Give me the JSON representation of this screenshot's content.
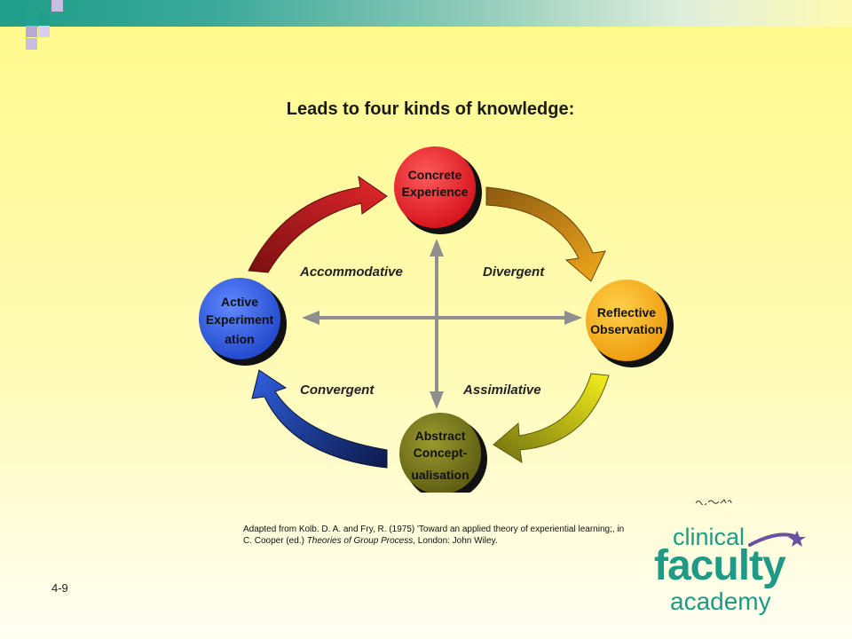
{
  "slide": {
    "title": "Leads to four kinds of knowledge:",
    "page_number": "4-9",
    "citation": {
      "pre": "Adapted from Kolb. D. A. and Fry, R. (1975) 'Toward an applied theory of experiential learning;, in C. Cooper (ed.) ",
      "italic": "Theories of Group Process",
      "post": ", London: John Wiley."
    }
  },
  "diagram": {
    "stages": [
      {
        "id": "concrete",
        "lines": [
          "Concrete",
          "Experience"
        ],
        "color": "#e0262a"
      },
      {
        "id": "reflective",
        "lines": [
          "Reflective",
          "Observation"
        ],
        "color": "#f4a81c"
      },
      {
        "id": "abstract",
        "lines": [
          "Abstract",
          "Concept-",
          "ualisation"
        ],
        "color": "#6b6a1a"
      },
      {
        "id": "active",
        "lines": [
          "Active",
          "Experiment",
          "ation"
        ],
        "color": "#2b56d8"
      }
    ],
    "quadrants": {
      "top_left": "Accommodative",
      "top_right": "Divergent",
      "bottom_left": "Convergent",
      "bottom_right": "Assimilative"
    }
  },
  "logo": {
    "line1": "clinical",
    "line2": "faculty",
    "line3": "academy",
    "color": "#1f9a86",
    "accent": "#6a4fa3"
  },
  "colors": {
    "arrow_gray": "#8f8f8f",
    "header_teal": "#1f9e8a",
    "header_lavender": "#b9a8d6"
  }
}
